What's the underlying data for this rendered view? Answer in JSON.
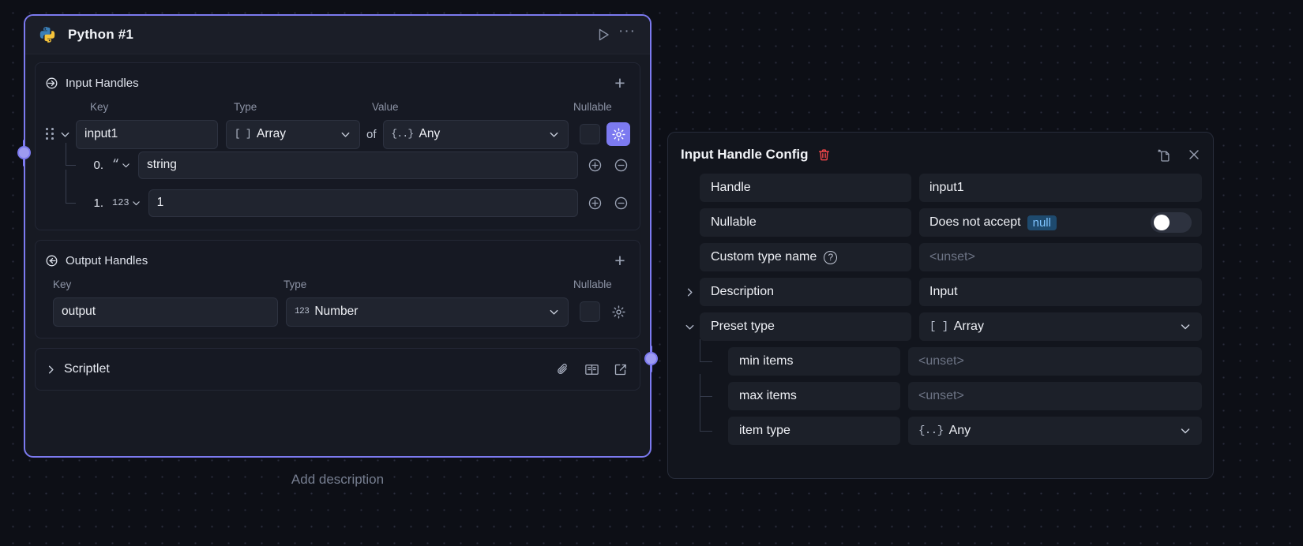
{
  "node": {
    "title": "Python #1",
    "logo_icon": "python-logo-icon",
    "run_icon": "play-icon",
    "more_icon": "more-options-icon",
    "add_description": "Add description"
  },
  "input_handles": {
    "section_title": "Input Handles",
    "section_icon": "input-arrow-icon",
    "add_icon": "plus-icon",
    "columns": {
      "key": "Key",
      "type": "Type",
      "value": "Value",
      "nullable": "Nullable"
    },
    "row": {
      "key": "input1",
      "type": "Array",
      "type_badge": "[ ]",
      "of_label": "of",
      "value_type": "Any",
      "value_badge": "{..}",
      "gear_icon": "gear-icon",
      "gear_active": true,
      "nullable_checked": false
    },
    "items": [
      {
        "index": "0.",
        "type_badge": "“",
        "value": "string",
        "add_icon": "plus-circle-icon",
        "remove_icon": "minus-circle-icon"
      },
      {
        "index": "1.",
        "type_badge": "123",
        "value": "1",
        "add_icon": "plus-circle-icon",
        "remove_icon": "minus-circle-icon"
      }
    ]
  },
  "output_handles": {
    "section_title": "Output Handles",
    "section_icon": "output-arrow-icon",
    "add_icon": "plus-icon",
    "columns": {
      "key": "Key",
      "type": "Type",
      "nullable": "Nullable"
    },
    "row": {
      "key": "output",
      "type": "Number",
      "type_badge": "123",
      "gear_icon": "gear-icon",
      "gear_active": false,
      "nullable_checked": false
    }
  },
  "scriptlet": {
    "title": "Scriptlet",
    "expand_icon": "chevron-right-icon",
    "attach_icon": "paperclip-icon",
    "docs_icon": "book-icon",
    "open_icon": "external-link-icon"
  },
  "config_panel": {
    "title": "Input Handle Config",
    "delete_icon": "trash-icon",
    "detach_icon": "detach-document-icon",
    "close_icon": "close-icon",
    "rows": [
      {
        "label": "Handle",
        "value": "input1",
        "kind": "text"
      },
      {
        "label": "Nullable",
        "value": "Does not accept",
        "pill": "null",
        "kind": "toggle",
        "toggle_on": false
      },
      {
        "label": "Custom type name",
        "value": "<unset>",
        "kind": "text",
        "help": true,
        "placeholder": true
      },
      {
        "label": "Description",
        "value": "Input",
        "kind": "text",
        "twirl": "collapsed"
      },
      {
        "label": "Preset type",
        "value": "Array",
        "badge": "[ ]",
        "kind": "select",
        "twirl": "expanded"
      }
    ],
    "sub_rows": [
      {
        "label": "min items",
        "value": "<unset>",
        "kind": "text",
        "placeholder": true
      },
      {
        "label": "max items",
        "value": "<unset>",
        "kind": "text",
        "placeholder": true
      },
      {
        "label": "item type",
        "value": "Any",
        "badge": "{..}",
        "kind": "select"
      }
    ]
  },
  "colors": {
    "accent": "#7c7af0",
    "danger": "#f0464a",
    "null_pill": "#7fc4ff",
    "canvas": "#0d0f16"
  }
}
